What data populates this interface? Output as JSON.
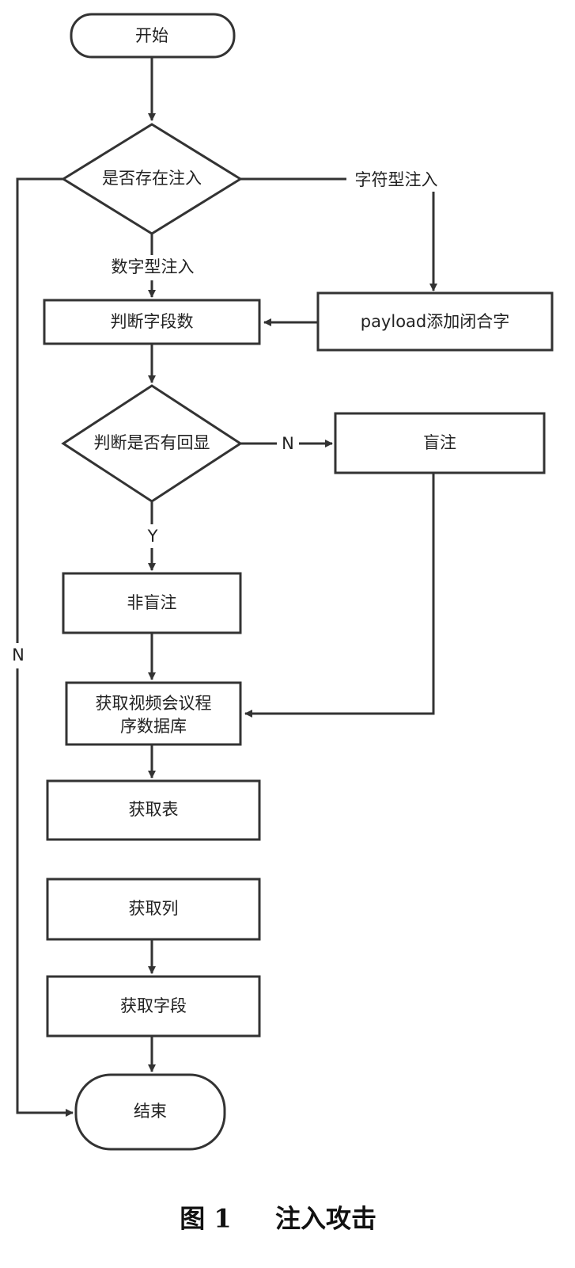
{
  "nodes": {
    "start": "开始",
    "check_injection": "是否存在注入",
    "field_count": "判断字段数",
    "payload": "payload添加闭合字",
    "check_echo": "判断是否有回显",
    "blind": "盲注",
    "non_blind": "非盲注",
    "get_db_line1": "获取视频会议程",
    "get_db_line2": "序数据库",
    "get_table": "获取表",
    "get_column": "获取列",
    "get_field": "获取字段",
    "end": "结束"
  },
  "edges": {
    "numeric": "数字型注入",
    "string": "字符型注入",
    "no_echo": "N",
    "yes_echo": "Y",
    "no_injection": "N"
  },
  "caption": {
    "figure": "图 1",
    "title": "注入攻击"
  }
}
